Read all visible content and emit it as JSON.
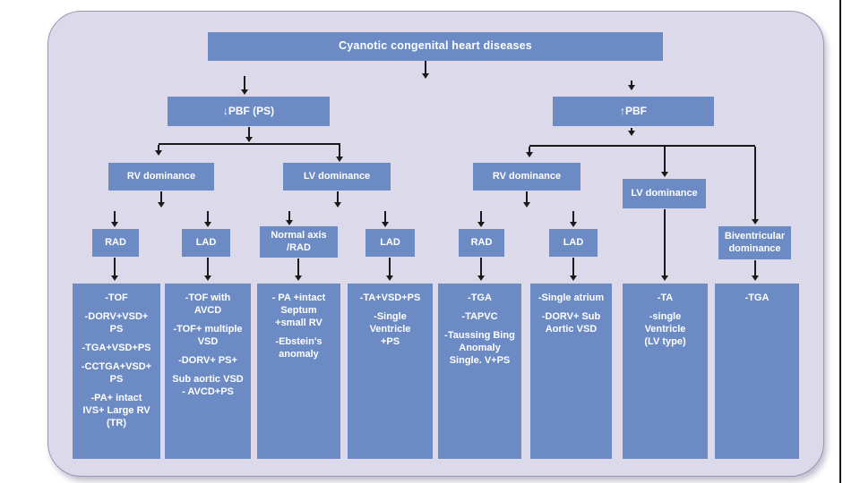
{
  "slide": {
    "title": "Cyanotic congenital heart diseases"
  },
  "nodes": {
    "pbf_decreased": "↓PBF (PS)",
    "pbf_increased": "↑PBF",
    "rv_dominance_left": "RV dominance",
    "lv_dominance_left": "LV dominance",
    "rv_dominance_right": "RV dominance",
    "lv_dominance_right": "LV dominance",
    "rad_left": "RAD",
    "lad_left": "LAD",
    "normal_axis_rad": "Normal axis\n/RAD",
    "lad_left2": "LAD",
    "rad_right": "RAD",
    "lad_right": "LAD",
    "biventricular": "Biventricular\ndominance"
  },
  "columns": [
    {
      "items": [
        "-TOF",
        "-DORV+VSD+\nPS",
        "-TGA+VSD+PS",
        "-CCTGA+VSD+\nPS",
        "-PA+ intact\nIVS+ Large RV\n(TR)"
      ]
    },
    {
      "items": [
        "-TOF with\nAVCD",
        "-TOF+ multiple\nVSD",
        "-DORV+ PS+",
        "Sub aortic VSD\n- AVCD+PS"
      ]
    },
    {
      "items": [
        "- PA +intact\nSeptum\n+small RV",
        "-Ebstein's\nanomaly"
      ]
    },
    {
      "items": [
        "-TA+VSD+PS",
        "-Single\nVentricle\n+PS"
      ]
    },
    {
      "items": [
        "-TGA",
        "-TAPVC",
        "-Taussing Bing\nAnomaly\nSingle. V+PS"
      ]
    },
    {
      "items": [
        "-Single atrium",
        "-DORV+ Sub\nAortic VSD"
      ]
    },
    {
      "items": [
        "-TA",
        "-single\nVentricle\n(LV type)"
      ]
    },
    {
      "items": [
        "-TGA"
      ]
    }
  ],
  "colors": {
    "node_fill": "#6c8bc4",
    "panel_fill": "#dcdaea",
    "node_text": "#ffffff",
    "connector": "#191919"
  }
}
